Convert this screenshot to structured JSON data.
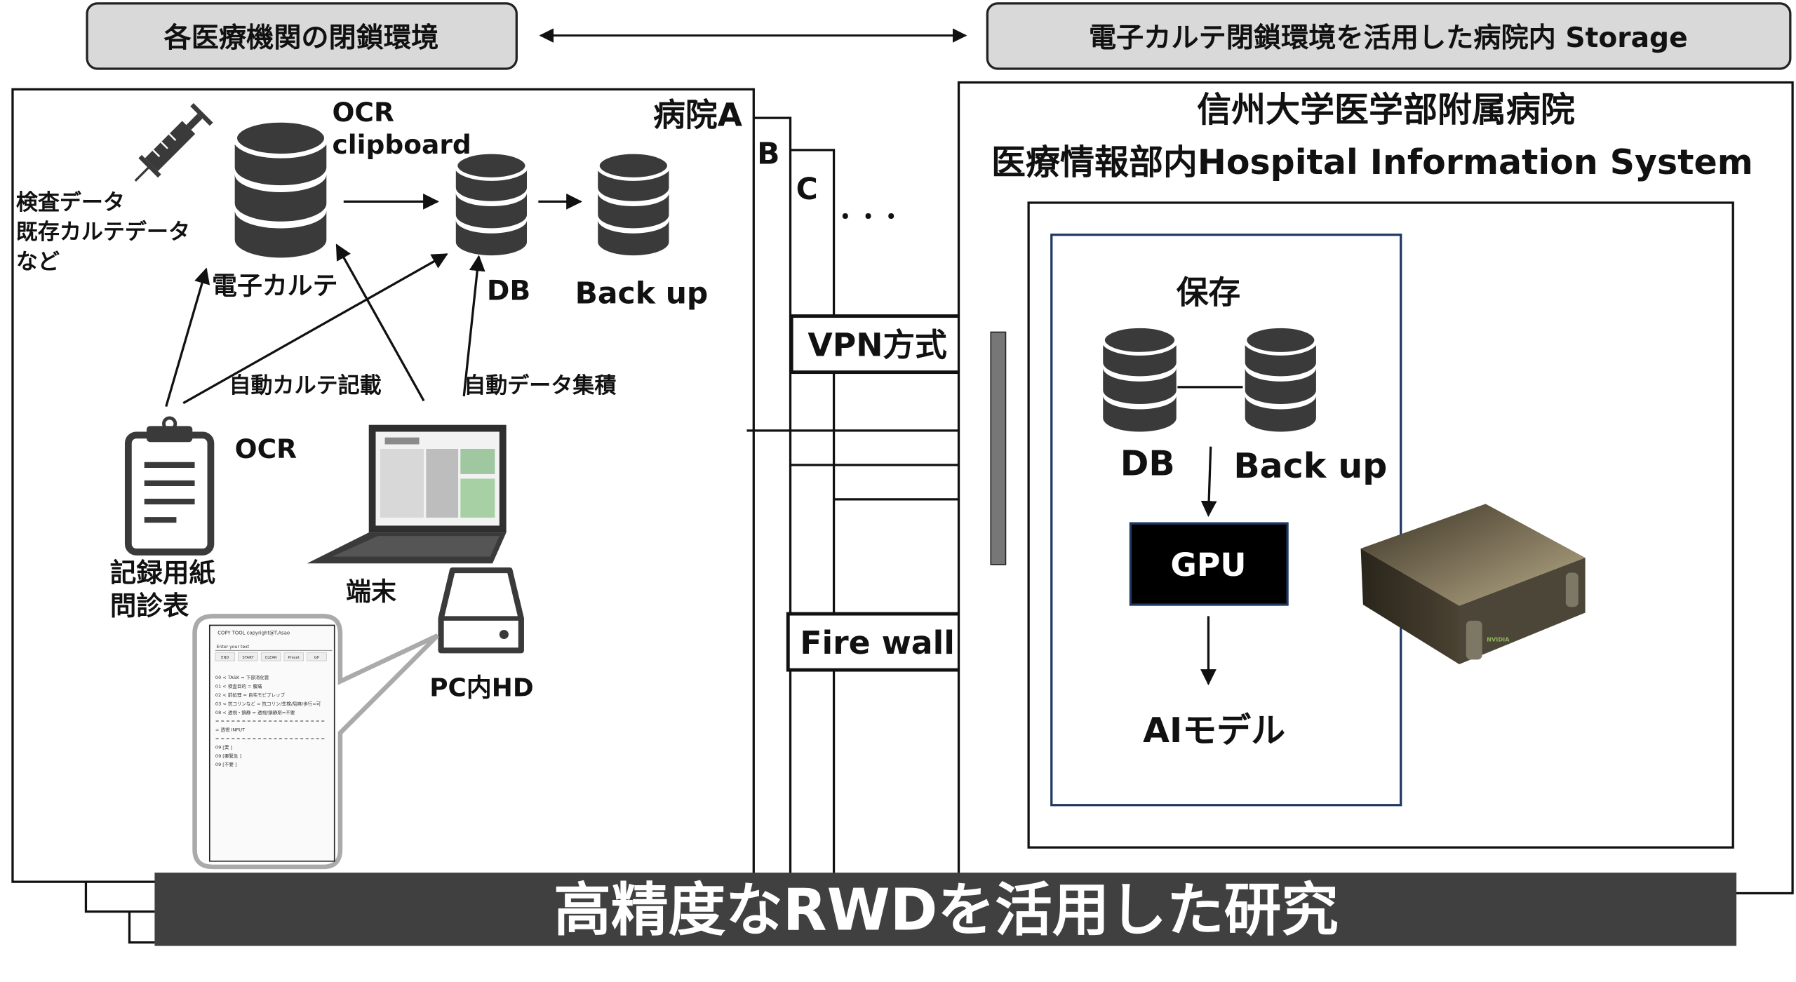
{
  "header": {
    "left_label": "各医療機関の閉鎖環境",
    "right_label": "電子カルテ閉鎖環境を活用した病院内 Storage"
  },
  "hospital_a": {
    "name": "病院A",
    "other_hospitals": [
      "B",
      "C",
      "・・・"
    ],
    "input_data_lines": [
      "検査データ",
      "既存カルテデータ",
      "など"
    ],
    "ocr_clipboard_lines": [
      "OCR",
      "clipboard"
    ],
    "emr_label": "電子カルテ",
    "db_label": "DB",
    "backup_label": "Back up",
    "auto_chart_label": "自動カルテ記載",
    "auto_data_label": "自動データ集積",
    "ocr_label": "OCR",
    "paper_lines": [
      "記録用紙",
      "問診表"
    ],
    "terminal_label": "端末",
    "hd_label": "PC内HD"
  },
  "copy_tool": {
    "title": "COPY TOOL   copyright@T.Asao",
    "input_placeholder": "Enter your text",
    "buttons": [
      "END",
      "START",
      "CLEAR",
      "Preset",
      "GP"
    ],
    "rows": [
      "00 <    TASK          = 下部消化管",
      "01 <    検査目的       = 腹痛",
      "02 <    前処理         = 自宅モビプレップ",
      "03 <   抗コリンなど   = 抗コリン/生検/局麻/歩行=可",
      "08 <   透視・鎮静     = 透視/鎮静剤=不要",
      "= = = = = = = = = = = = = = = = = = = = =",
      "=          透視      INPUT",
      "= = = = = = = = = = = = = = = = = = = = =",
      "09     [要       ]",
      "09    [要緊急     ]",
      "09     [不要      ]"
    ]
  },
  "network": {
    "vpn_label": "VPN方式",
    "firewall_label": "Fire wall"
  },
  "shinshu": {
    "title_lines": [
      "信州大学医学部附属病院",
      "医療情報部内Hospital Information System"
    ],
    "storage_label": "保存",
    "db_label": "DB",
    "backup_label": "Back up",
    "gpu_label": "GPU",
    "ai_label": "AIモデル",
    "gpu_device_brand": "NVIDIA"
  },
  "banner": {
    "text": "高精度なRWDを活用した研究"
  },
  "colors": {
    "header_fill": "#d9d9d9",
    "banner_fill": "#404040",
    "icon_dark": "#3a3a3a",
    "inner_box_border": "#1f3864",
    "firewall_bar": "#777777"
  }
}
